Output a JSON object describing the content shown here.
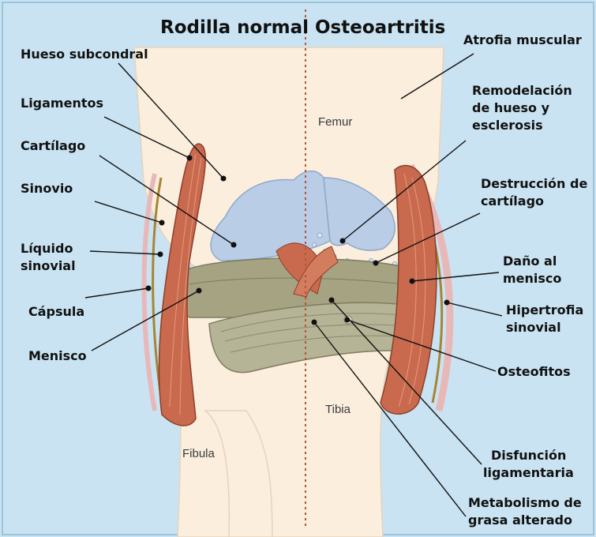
{
  "titles": {
    "left": "Rodilla normal",
    "right": "Osteoartritis"
  },
  "anatomy": {
    "femur": "Femur",
    "tibia": "Tibia",
    "fibula": "Fibula"
  },
  "left_labels": {
    "hueso_subcondral": "Hueso subcondral",
    "ligamentos": "Ligamentos",
    "cartilago": "Cartílago",
    "sinovio": "Sinovio",
    "liquido_1": "Líquido",
    "liquido_2": "sinovial",
    "capsula": "Cápsula",
    "menisco": "Menisco"
  },
  "right_labels": {
    "atrofia": "Atrofia muscular",
    "remodelacion_1": "Remodelación",
    "remodelacion_2": "de hueso y",
    "remodelacion_3": "esclerosis",
    "destruccion_1": "Destrucción de",
    "destruccion_2": "cartílago",
    "dano_1": "Daño al",
    "dano_2": "menisco",
    "hipertrofia_1": "Hipertrofia",
    "hipertrofia_2": "sinovial",
    "osteofitos": "Osteofitos",
    "disfuncion_1": "Disfunción",
    "disfuncion_2": "ligamentaria",
    "metabolismo_1": "Metabolismo de",
    "metabolismo_2": "grasa alterado"
  },
  "colors": {
    "background": "#c9e3f2",
    "bone": "#fbeedd",
    "cartilage": "#b9cde6",
    "meniscus": "#a5a382",
    "ligament": "#c96a4e",
    "divider": "#b5553a"
  }
}
